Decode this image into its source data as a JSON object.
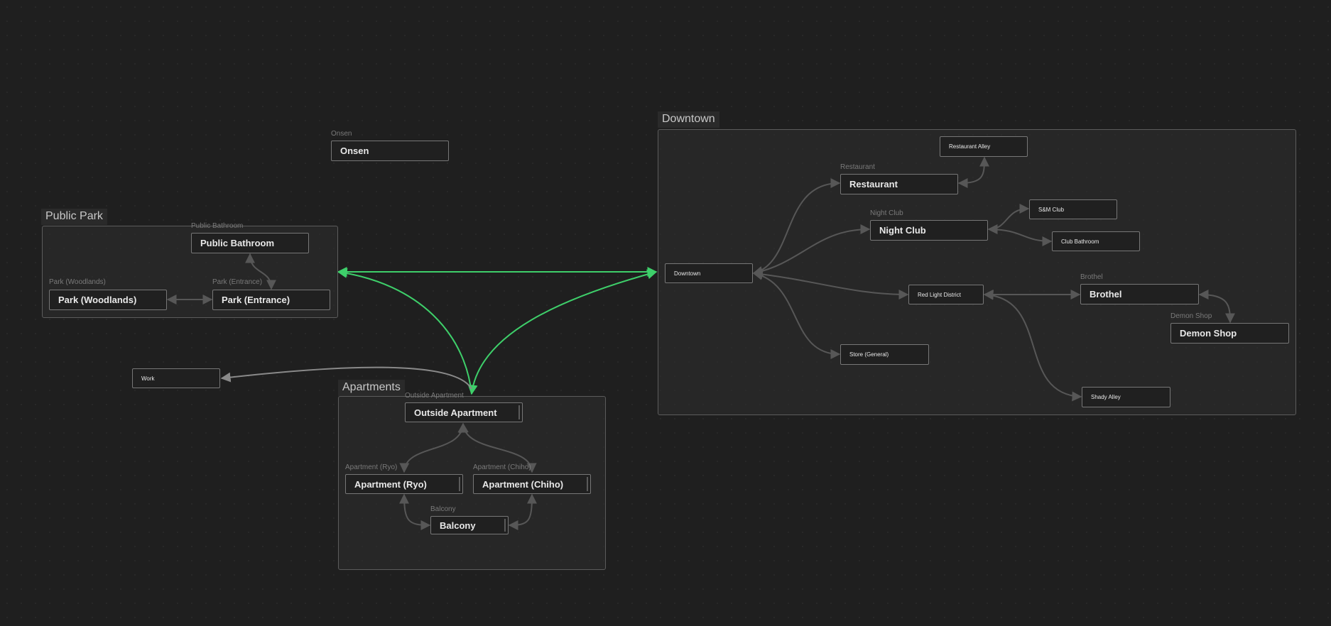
{
  "groups": {
    "public_park": "Public Park",
    "apartments": "Apartments",
    "downtown": "Downtown"
  },
  "nodes": {
    "onsen": {
      "label": "Onsen",
      "title": "Onsen"
    },
    "public_bathroom": {
      "label": "Public Bathroom",
      "title": "Public Bathroom"
    },
    "park_woodlands": {
      "label": "Park (Woodlands)",
      "title": "Park (Woodlands)"
    },
    "park_entrance": {
      "label": "Park (Entrance)",
      "title": "Park (Entrance)"
    },
    "work": {
      "title": "Work"
    },
    "outside_apartment": {
      "label": "Outside Apartment",
      "title": "Outside Apartment"
    },
    "apartment_ryo": {
      "label": "Apartment (Ryo)",
      "title": "Apartment (Ryo)"
    },
    "apartment_chiho": {
      "label": "Apartment (Chiho)",
      "title": "Apartment (Chiho)"
    },
    "balcony": {
      "label": "Balcony",
      "title": "Balcony"
    },
    "downtown": {
      "title": "Downtown"
    },
    "restaurant": {
      "label": "Restaurant",
      "title": "Restaurant"
    },
    "restaurant_alley": {
      "title": "Restaurant Alley"
    },
    "night_club": {
      "label": "Night Club",
      "title": "Night Club"
    },
    "sm_club": {
      "title": "S&M Club"
    },
    "club_bathroom": {
      "title": "Club Bathroom"
    },
    "red_light_district": {
      "title": "Red Light District"
    },
    "brothel": {
      "label": "Brothel",
      "title": "Brothel"
    },
    "demon_shop": {
      "label": "Demon Shop",
      "title": "Demon Shop"
    },
    "store_general": {
      "title": "Store (General)"
    },
    "shady_alley": {
      "title": "Shady Alley"
    }
  },
  "colors": {
    "background": "#1f1f1f",
    "edge": "#8a8a8a",
    "edge_highlight": "#3ecf6a",
    "node_border": "#777777",
    "group_border": "#5c5c5c"
  }
}
